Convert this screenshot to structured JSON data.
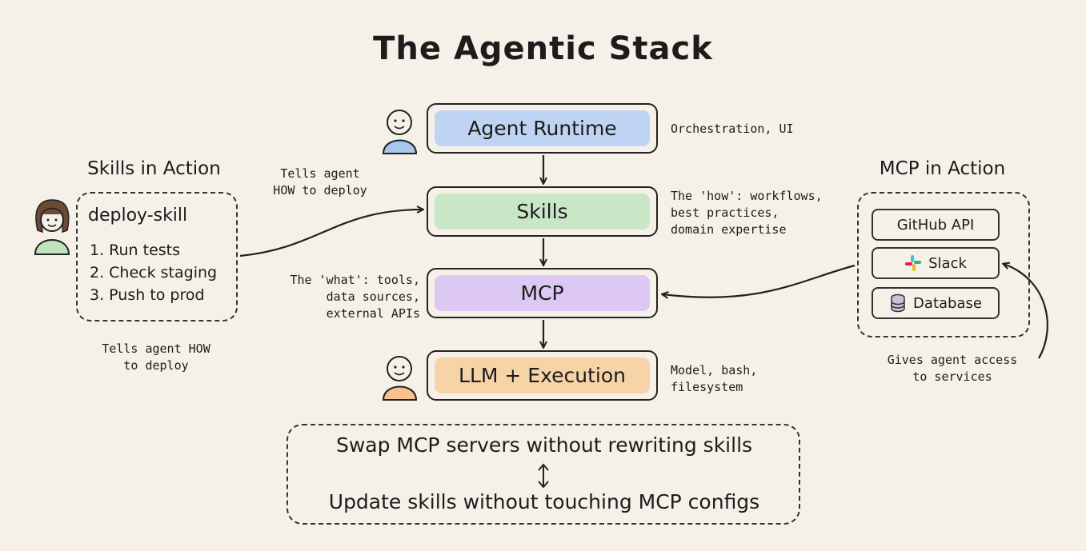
{
  "title": "The Agentic Stack",
  "layers": [
    {
      "label": "Agent Runtime",
      "color": "#bfd4f2",
      "note": "Orchestration, UI"
    },
    {
      "label": "Skills",
      "color": "#c9e6c7",
      "note": "The 'how': workflows,\nbest practices,\ndomain expertise"
    },
    {
      "label": "MCP",
      "color": "#dcc8f2",
      "note": "The 'what': tools,\ndata sources,\nexternal APIs"
    },
    {
      "label": "LLM + Execution",
      "color": "#f7d3a8",
      "note": "Model, bash,\nfilesystem"
    }
  ],
  "skills_in_action": {
    "heading": "Skills in Action",
    "skill_name": "deploy-skill",
    "steps": [
      "1. Run tests",
      "2. Check staging",
      "3. Push to prod"
    ],
    "arrow_note": "Tells agent\nHOW to deploy",
    "bottom_note": "Tells agent HOW\nto deploy"
  },
  "mcp_in_action": {
    "heading": "MCP in Action",
    "items": [
      {
        "label": "GitHub API",
        "icon": "none"
      },
      {
        "label": "Slack",
        "icon": "slack-icon"
      },
      {
        "label": "Database",
        "icon": "database-icon"
      }
    ],
    "bottom_note": "Gives agent access\nto services"
  },
  "swap": {
    "line1": "Swap MCP servers without rewriting skills",
    "line2": "Update skills without touching MCP configs"
  },
  "colors": {
    "background": "#f5f1e8",
    "person_blue": "#a9c7ec",
    "person_green": "#bfe3bd",
    "person_orange": "#f6c08f"
  }
}
